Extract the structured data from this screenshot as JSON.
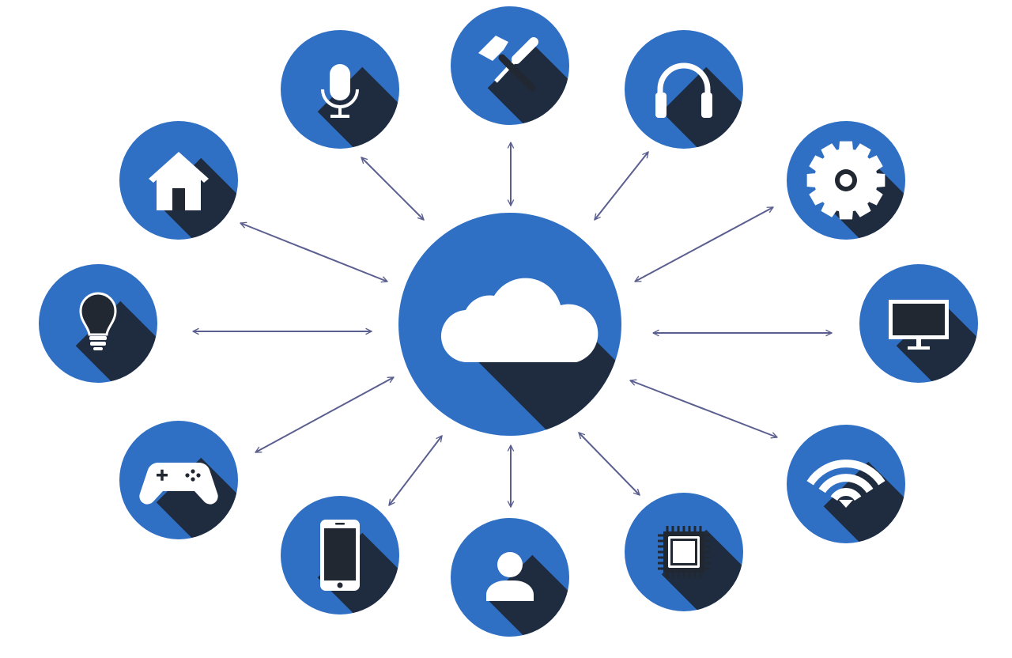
{
  "colors": {
    "background": "#ffffff",
    "node_fill": "#2f6fc4",
    "shadow": "#1e2430",
    "icon": "#ffffff",
    "icon_dark": "#222831",
    "arrow": "#5b5f8f"
  },
  "hub": {
    "name": "cloud",
    "icon": "cloud-icon"
  },
  "nodes": [
    {
      "name": "microphone",
      "icon": "microphone-icon"
    },
    {
      "name": "tools",
      "icon": "hammer-screwdriver-icon"
    },
    {
      "name": "headphones",
      "icon": "headphones-icon"
    },
    {
      "name": "settings",
      "icon": "gear-icon"
    },
    {
      "name": "monitor",
      "icon": "monitor-icon"
    },
    {
      "name": "wifi",
      "icon": "wifi-icon"
    },
    {
      "name": "chip",
      "icon": "cpu-chip-icon"
    },
    {
      "name": "user",
      "icon": "user-icon"
    },
    {
      "name": "smartphone",
      "icon": "smartphone-icon"
    },
    {
      "name": "gamepad",
      "icon": "gamepad-icon"
    },
    {
      "name": "lightbulb",
      "icon": "lightbulb-icon"
    },
    {
      "name": "home",
      "icon": "home-icon"
    }
  ]
}
